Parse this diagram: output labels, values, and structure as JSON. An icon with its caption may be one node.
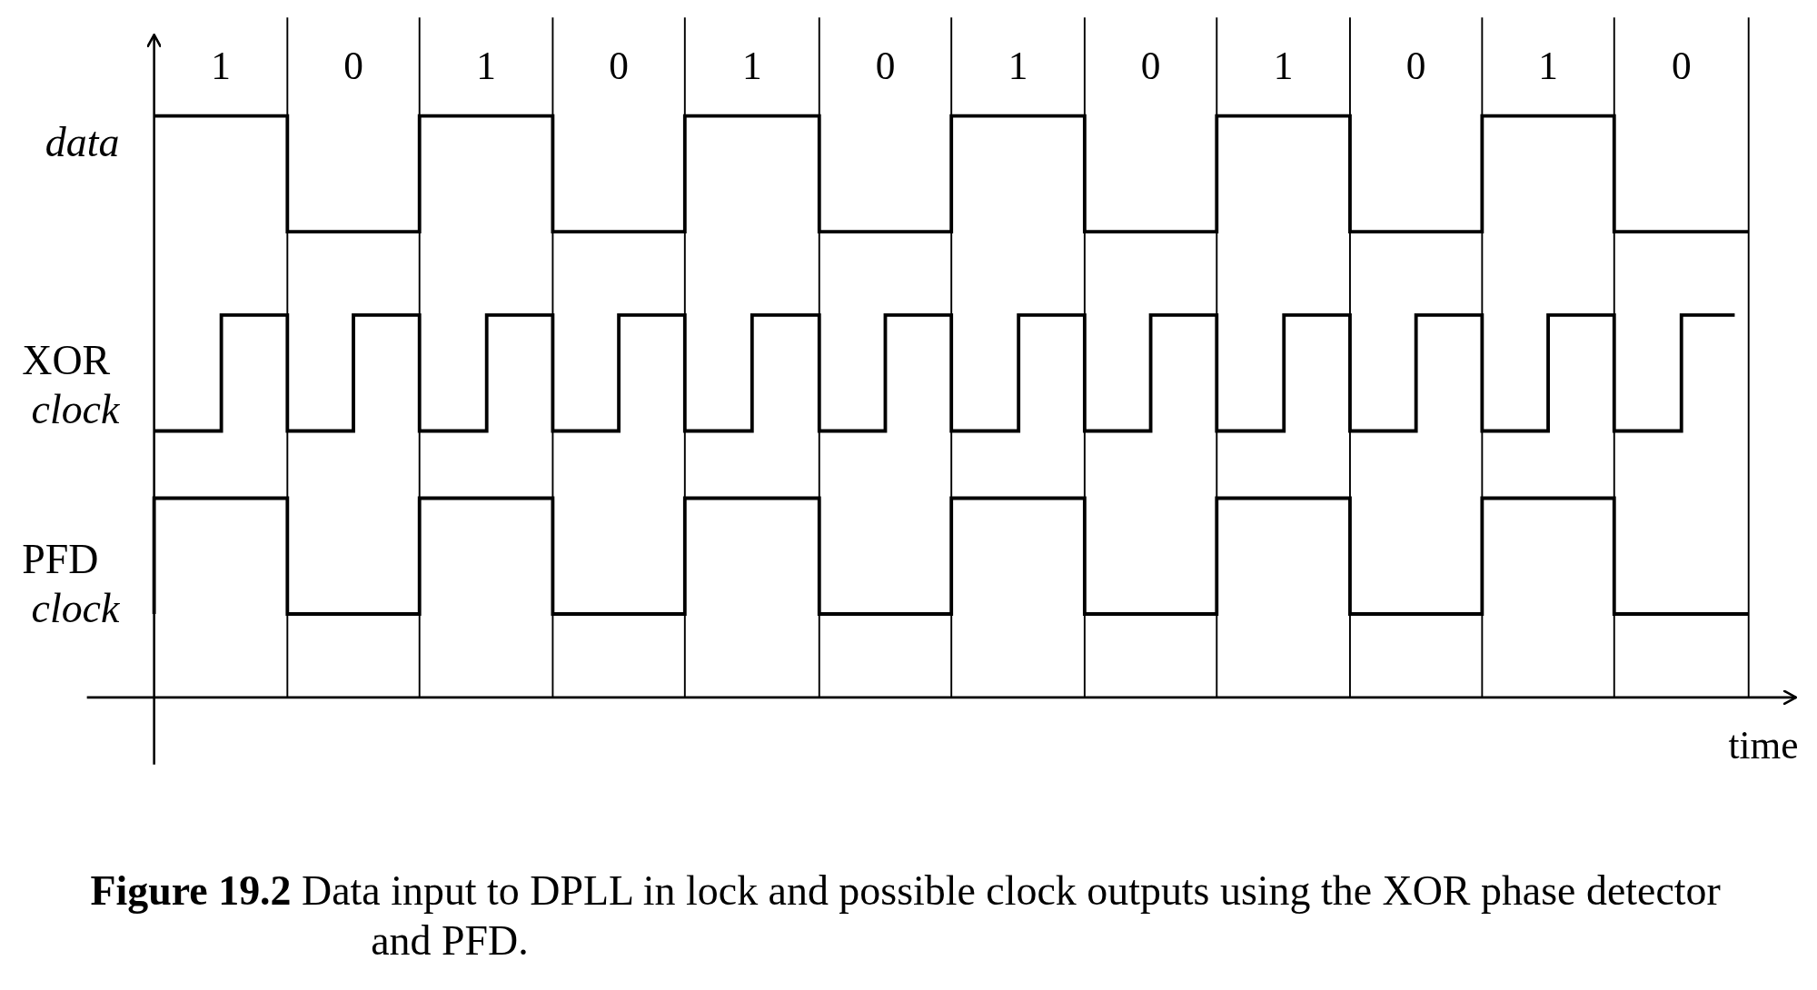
{
  "diagram": {
    "caption": "**Figure 19.2** Data input to DPLL in lock and possible clock outputs using the XOR phase detector and PFD.",
    "labels": [
      "1",
      "0",
      "1",
      "0",
      "1",
      "0",
      "1",
      "0",
      "1",
      "0",
      "1",
      "0",
      "data",
      "XOR",
      "clock",
      "PFD",
      "clock",
      "time"
    ]
  }
}
